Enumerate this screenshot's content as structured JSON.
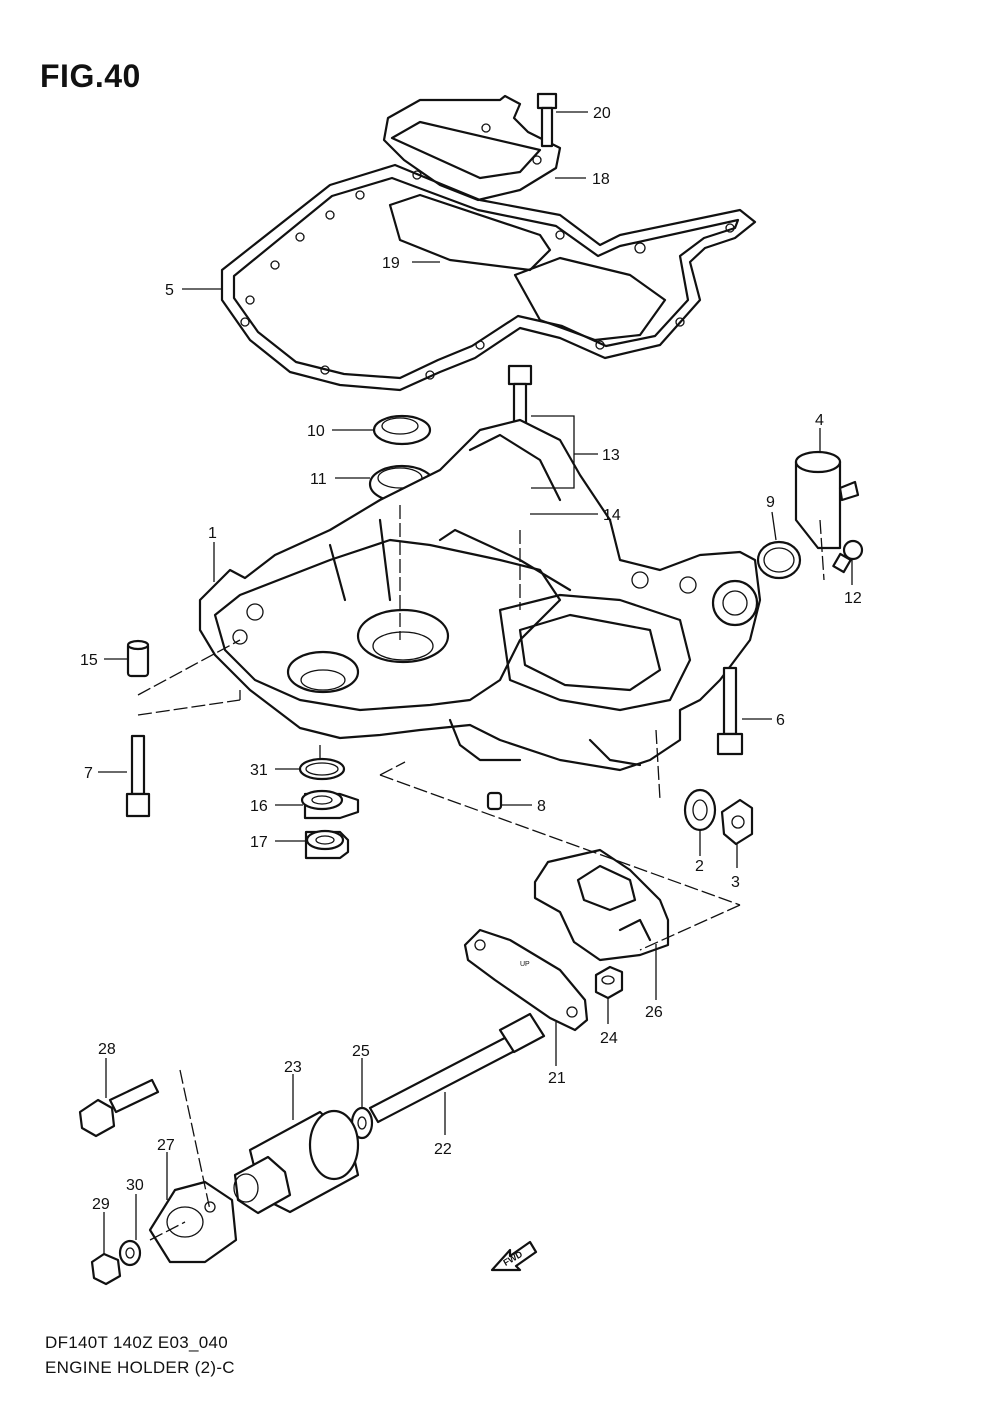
{
  "figure": {
    "title": "FIG.40",
    "model_code": "DF140T 140Z E03_040",
    "caption": "ENGINE HOLDER (2)-C",
    "fwd_label": "FWD",
    "up_mark": "UP"
  },
  "callouts": [
    "20",
    "18",
    "19",
    "5",
    "10",
    "11",
    "13",
    "14",
    "4",
    "9",
    "12",
    "1",
    "15",
    "6",
    "7",
    "31",
    "8",
    "16",
    "17",
    "2",
    "3",
    "26",
    "24",
    "21",
    "28",
    "25",
    "23",
    "22",
    "27",
    "30",
    "29"
  ]
}
